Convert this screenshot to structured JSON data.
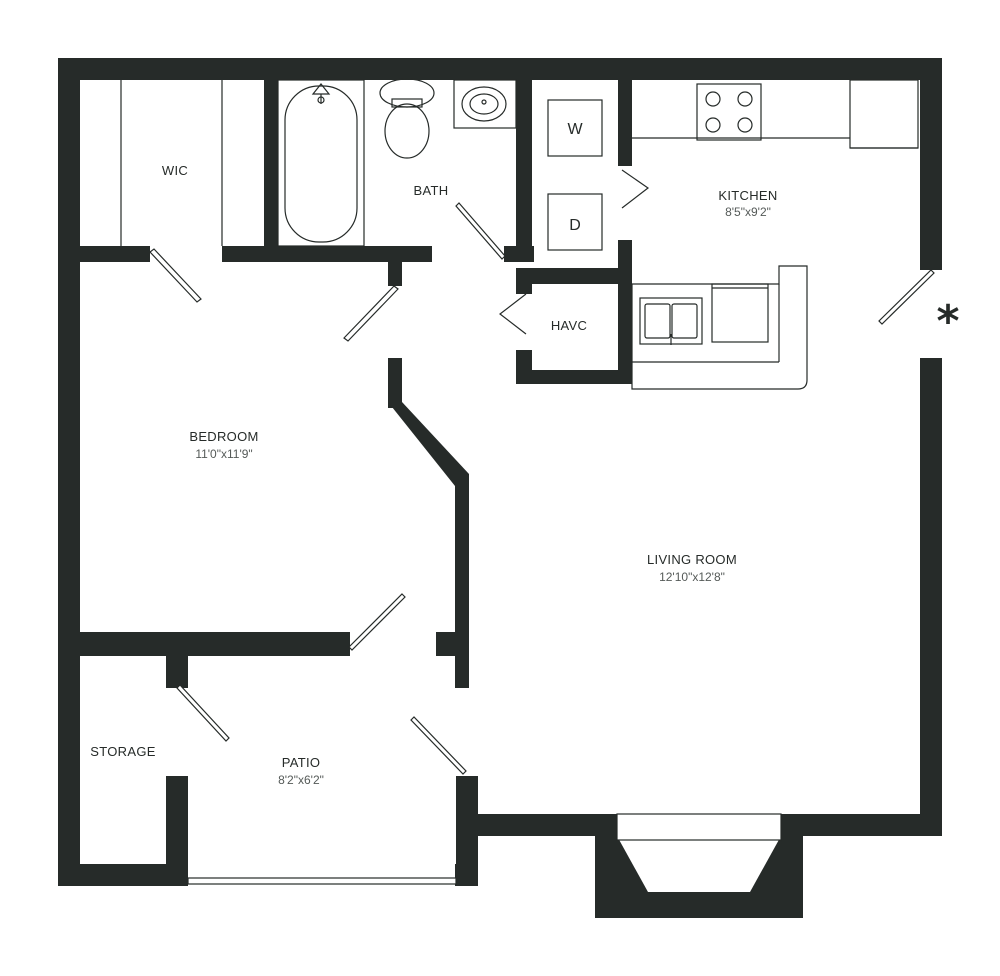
{
  "rooms": {
    "wic": {
      "name": "WIC"
    },
    "bath": {
      "name": "BATH"
    },
    "kitchen": {
      "name": "KITCHEN",
      "dims": "8'5\"x9'2\""
    },
    "havc": {
      "name": "HAVC"
    },
    "bedroom": {
      "name": "BEDROOM",
      "dims": "11'0\"x11'9\""
    },
    "living_room": {
      "name": "LIVING ROOM",
      "dims": "12'10\"x12'8\""
    },
    "storage": {
      "name": "STORAGE"
    },
    "patio": {
      "name": "PATIO",
      "dims": "8'2\"x6'2\""
    }
  },
  "appliances": {
    "washer": "W",
    "dryer": "D"
  },
  "entry_marker": "*",
  "colors": {
    "wall": "#262b29",
    "background": "#ffffff"
  }
}
